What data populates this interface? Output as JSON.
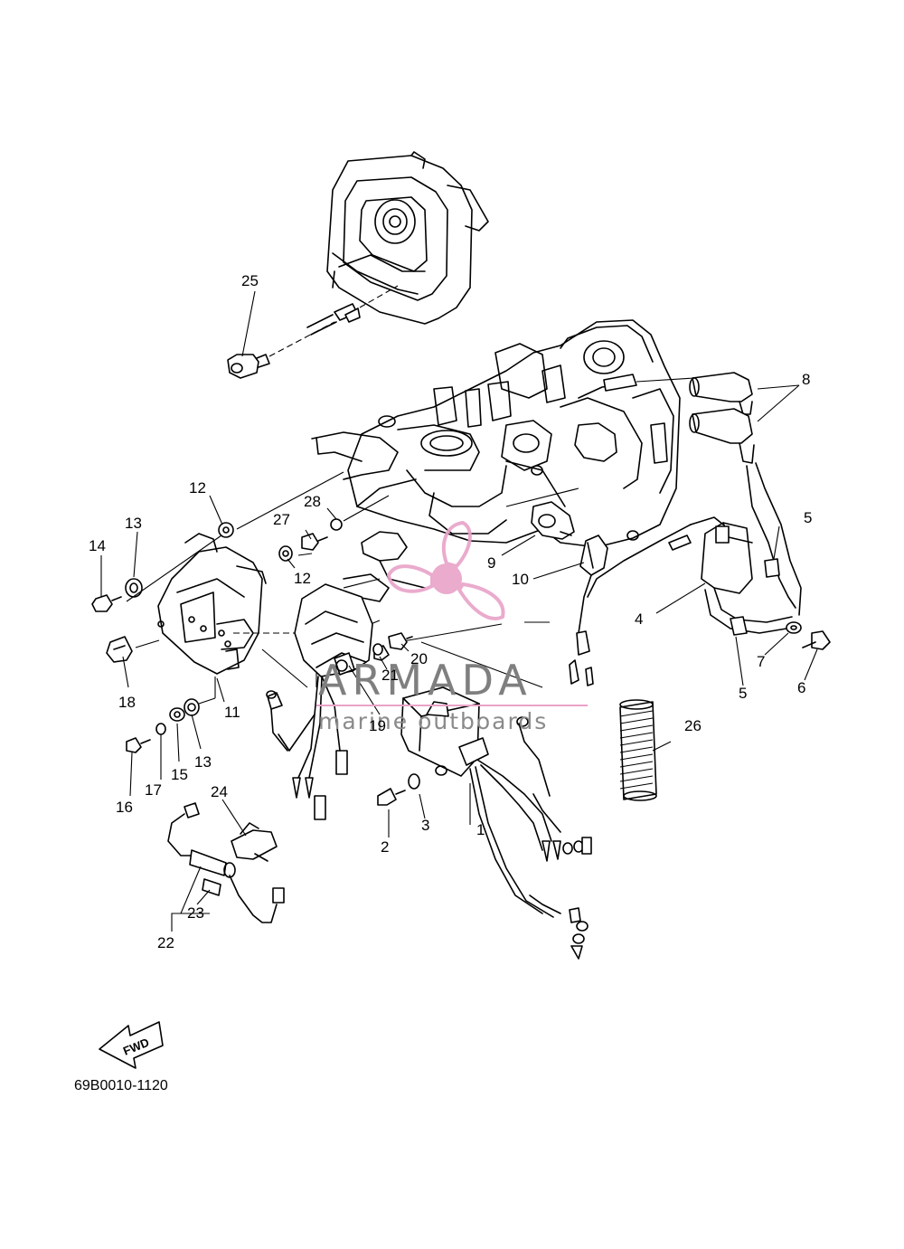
{
  "diagram_code": "69B0010-1120",
  "watermark": {
    "brand": "ARMADA",
    "tagline": "marine outboards",
    "accent_color": "#e8a3c8",
    "text_color": "#7f7f7f"
  },
  "fwd_label": "FWD",
  "callouts": {
    "c1": "1",
    "c2": "2",
    "c3": "3",
    "c4": "4",
    "c5a": "5",
    "c5b": "5",
    "c6": "6",
    "c7": "7",
    "c8": "8",
    "c9": "9",
    "c10": "10",
    "c11": "11",
    "c12a": "12",
    "c12b": "12",
    "c13a": "13",
    "c13b": "13",
    "c14": "14",
    "c15": "15",
    "c16": "16",
    "c17": "17",
    "c18": "18",
    "c19": "19",
    "c20": "20",
    "c21": "21",
    "c22": "22",
    "c23": "23",
    "c24": "24",
    "c25": "25",
    "c26": "26",
    "c27": "27",
    "c28": "28"
  }
}
